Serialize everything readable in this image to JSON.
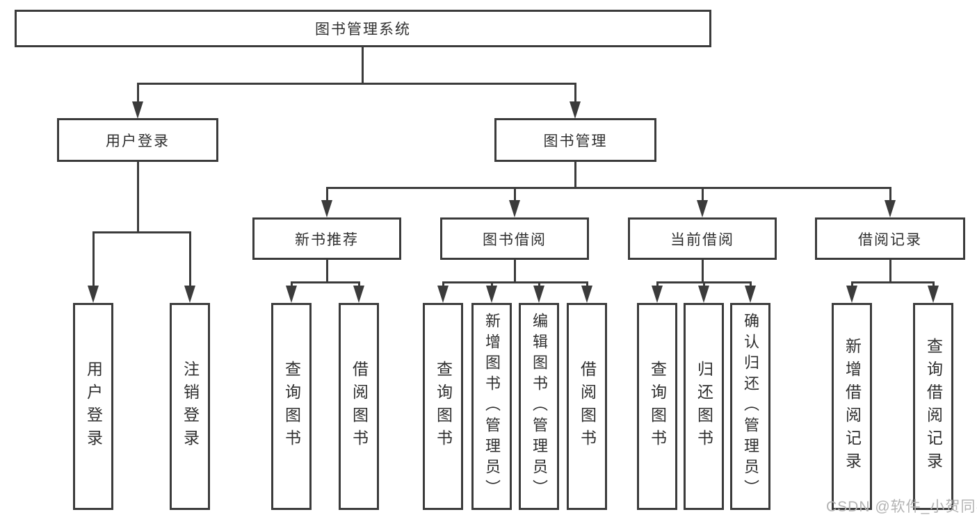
{
  "colors": {
    "line": "#3b3b3b",
    "text": "#2f2f2f",
    "background": "#ffffff",
    "watermark": "#b3b3b3"
  },
  "tree": {
    "root": "图书管理系统",
    "level2": [
      "用户登录",
      "图书管理"
    ],
    "level3": [
      "新书推荐",
      "图书借阅",
      "当前借阅",
      "借阅记录"
    ],
    "leaves": {
      "user_login": [
        "用户登录",
        "注销登录"
      ],
      "new_book": [
        "查询图书",
        "借阅图书"
      ],
      "book_borrow": [
        "查询图书",
        "新增图书（管理员）",
        "编辑图书（管理员）",
        "借阅图书"
      ],
      "current_borrow": [
        "查询图书",
        "归还图书",
        "确认归还（管理员）"
      ],
      "borrow_record": [
        "新增借阅记录",
        "查询借阅记录"
      ]
    }
  },
  "watermark": {
    "text": "CSDN @软件_小贺同学"
  }
}
